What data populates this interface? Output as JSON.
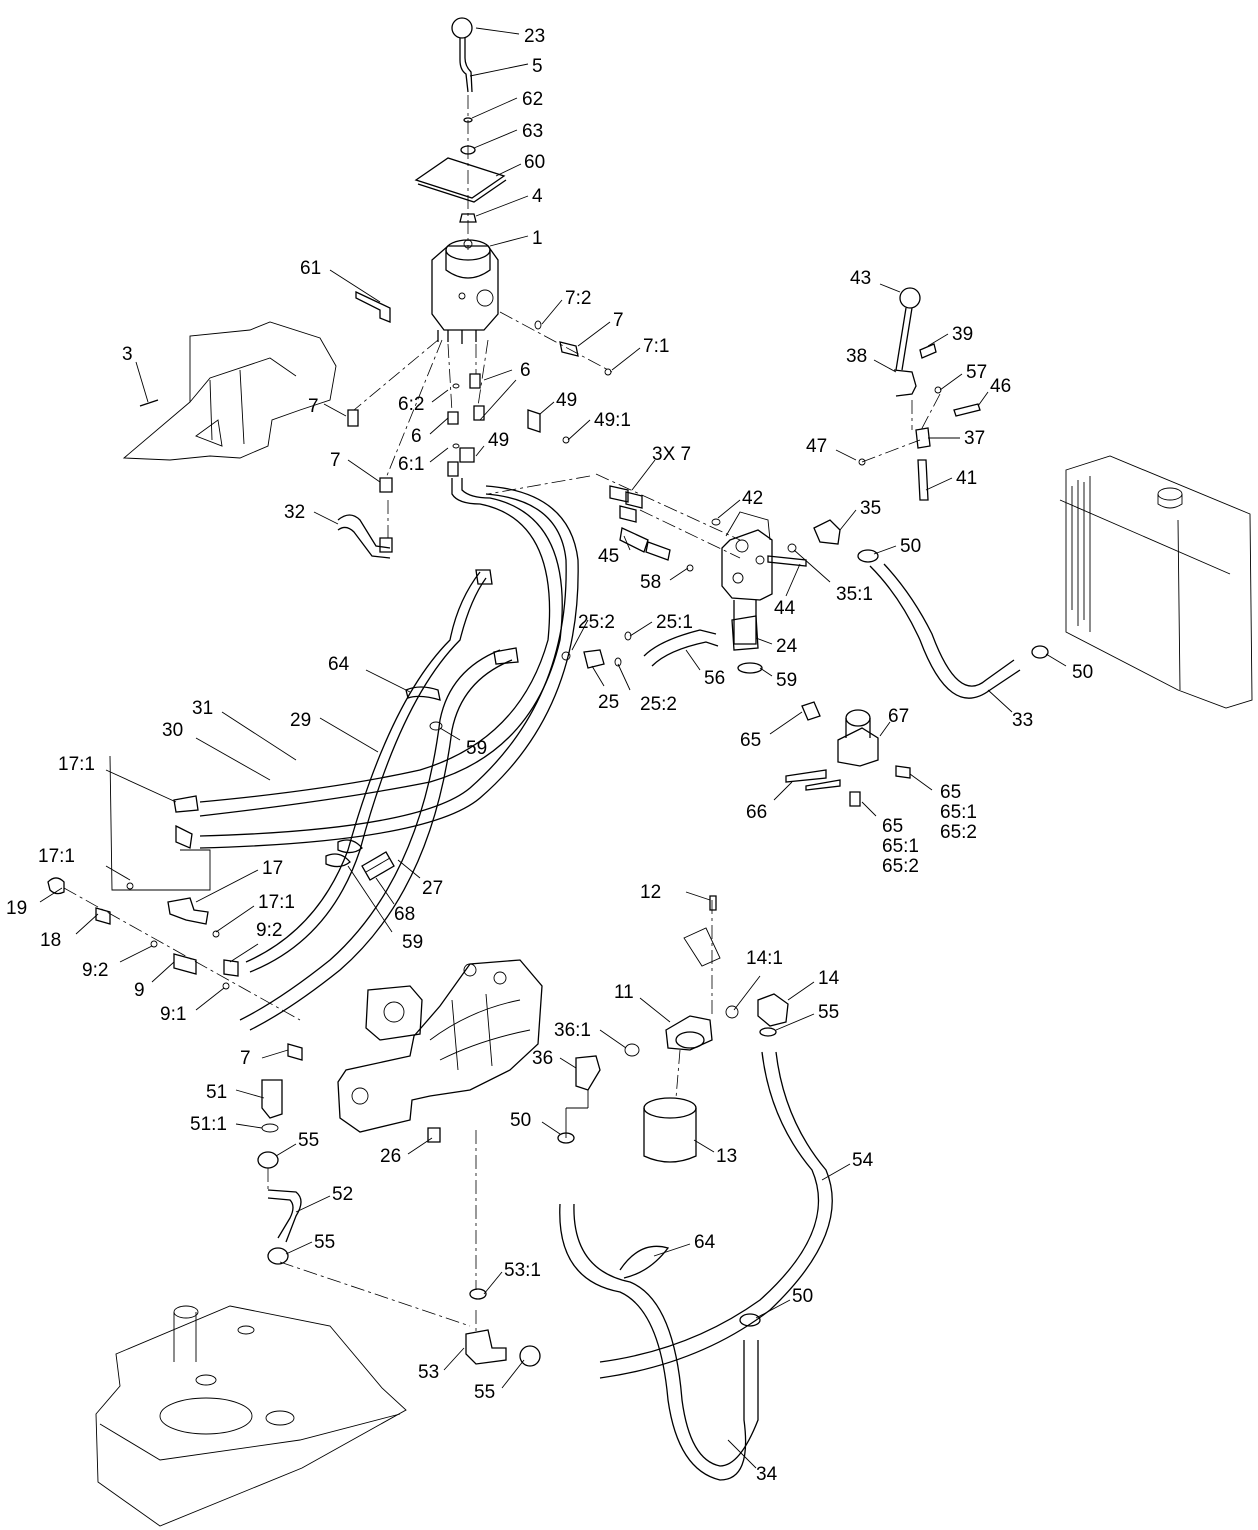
{
  "callouts": [
    {
      "id": "c23",
      "text": "23"
    },
    {
      "id": "c5",
      "text": "5"
    },
    {
      "id": "c62",
      "text": "62"
    },
    {
      "id": "c63",
      "text": "63"
    },
    {
      "id": "c60",
      "text": "60"
    },
    {
      "id": "c4",
      "text": "4"
    },
    {
      "id": "c1",
      "text": "1"
    },
    {
      "id": "c61",
      "text": "61"
    },
    {
      "id": "c7_2",
      "text": "7:2"
    },
    {
      "id": "c7a",
      "text": "7"
    },
    {
      "id": "c7_1",
      "text": "7:1"
    },
    {
      "id": "c3",
      "text": "3"
    },
    {
      "id": "c6a",
      "text": "6"
    },
    {
      "id": "c6b",
      "text": "6"
    },
    {
      "id": "c6_2",
      "text": "6:2"
    },
    {
      "id": "c6c",
      "text": "6"
    },
    {
      "id": "c6_1",
      "text": "6:1"
    },
    {
      "id": "c7b",
      "text": "7"
    },
    {
      "id": "c7c",
      "text": "7"
    },
    {
      "id": "c49a",
      "text": "49"
    },
    {
      "id": "c49_1",
      "text": "49:1"
    },
    {
      "id": "c49b",
      "text": "49"
    },
    {
      "id": "c3x7",
      "text": "3X 7"
    },
    {
      "id": "c32",
      "text": "32"
    },
    {
      "id": "c43",
      "text": "43"
    },
    {
      "id": "c39",
      "text": "39"
    },
    {
      "id": "c38",
      "text": "38"
    },
    {
      "id": "c57",
      "text": "57"
    },
    {
      "id": "c46",
      "text": "46"
    },
    {
      "id": "c47",
      "text": "47"
    },
    {
      "id": "c37",
      "text": "37"
    },
    {
      "id": "c41",
      "text": "41"
    },
    {
      "id": "c42",
      "text": "42"
    },
    {
      "id": "c35",
      "text": "35"
    },
    {
      "id": "c50a",
      "text": "50"
    },
    {
      "id": "c45",
      "text": "45"
    },
    {
      "id": "c58",
      "text": "58"
    },
    {
      "id": "c35_1",
      "text": "35:1"
    },
    {
      "id": "c44",
      "text": "44"
    },
    {
      "id": "c25_2a",
      "text": "25:2"
    },
    {
      "id": "c25_1",
      "text": "25:1"
    },
    {
      "id": "c24",
      "text": "24"
    },
    {
      "id": "c56",
      "text": "56"
    },
    {
      "id": "c59a",
      "text": "59"
    },
    {
      "id": "c25",
      "text": "25"
    },
    {
      "id": "c25_2b",
      "text": "25:2"
    },
    {
      "id": "c50b",
      "text": "50"
    },
    {
      "id": "c33",
      "text": "33"
    },
    {
      "id": "c64a",
      "text": "64"
    },
    {
      "id": "c31",
      "text": "31"
    },
    {
      "id": "c29",
      "text": "29"
    },
    {
      "id": "c30",
      "text": "30"
    },
    {
      "id": "c59b",
      "text": "59"
    },
    {
      "id": "c67",
      "text": "67"
    },
    {
      "id": "c65a",
      "text": "65"
    },
    {
      "id": "c17_1a",
      "text": "17:1"
    },
    {
      "id": "c66",
      "text": "66"
    },
    {
      "id": "c65b",
      "text": "65"
    },
    {
      "id": "c65_1a",
      "text": "65:1"
    },
    {
      "id": "c65_2a",
      "text": "65:2"
    },
    {
      "id": "c65c",
      "text": "65"
    },
    {
      "id": "c65_1b",
      "text": "65:1"
    },
    {
      "id": "c65_2b",
      "text": "65:2"
    },
    {
      "id": "c17_1b",
      "text": "17:1"
    },
    {
      "id": "c17",
      "text": "17"
    },
    {
      "id": "c27",
      "text": "27"
    },
    {
      "id": "c19",
      "text": "19"
    },
    {
      "id": "c17_1c",
      "text": "17:1"
    },
    {
      "id": "c68",
      "text": "68"
    },
    {
      "id": "c18",
      "text": "18"
    },
    {
      "id": "c9_2a",
      "text": "9:2"
    },
    {
      "id": "c59c",
      "text": "59"
    },
    {
      "id": "c12",
      "text": "12"
    },
    {
      "id": "c9_2b",
      "text": "9:2"
    },
    {
      "id": "c14_1",
      "text": "14:1"
    },
    {
      "id": "c9",
      "text": "9"
    },
    {
      "id": "c14",
      "text": "14"
    },
    {
      "id": "c11",
      "text": "11"
    },
    {
      "id": "c9_1",
      "text": "9:1"
    },
    {
      "id": "c55a",
      "text": "55"
    },
    {
      "id": "c36_1",
      "text": "36:1"
    },
    {
      "id": "c7d",
      "text": "7"
    },
    {
      "id": "c36",
      "text": "36"
    },
    {
      "id": "c51",
      "text": "51"
    },
    {
      "id": "c50c",
      "text": "50"
    },
    {
      "id": "c51_1",
      "text": "51:1"
    },
    {
      "id": "c55b",
      "text": "55"
    },
    {
      "id": "c26",
      "text": "26"
    },
    {
      "id": "c13",
      "text": "13"
    },
    {
      "id": "c54",
      "text": "54"
    },
    {
      "id": "c52",
      "text": "52"
    },
    {
      "id": "c64b",
      "text": "64"
    },
    {
      "id": "c55c",
      "text": "55"
    },
    {
      "id": "c53_1",
      "text": "53:1"
    },
    {
      "id": "c50d",
      "text": "50"
    },
    {
      "id": "c53",
      "text": "53"
    },
    {
      "id": "c55d",
      "text": "55"
    },
    {
      "id": "c34",
      "text": "34"
    }
  ]
}
